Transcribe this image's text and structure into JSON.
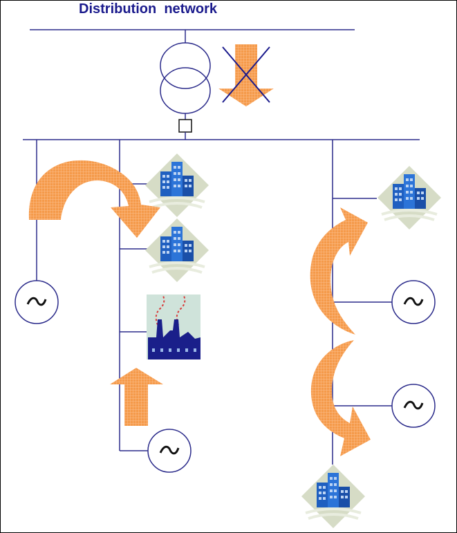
{
  "diagram": {
    "title": "Distribution  network",
    "colors": {
      "line": "#2a2a8a",
      "flow_arrow": "#f59a4a",
      "flow_arrow_light": "#fbc08e",
      "building": "#1f5fc0",
      "building_bg": "#d6dcc6",
      "factory": "#1a1f8a"
    },
    "icons": {
      "transformer": "transformer-icon",
      "generator": "generator-symbol",
      "load": "office-building-icon",
      "industrial_load": "factory-icon",
      "cancelled_flow": "crossed-flow-arrow"
    }
  }
}
